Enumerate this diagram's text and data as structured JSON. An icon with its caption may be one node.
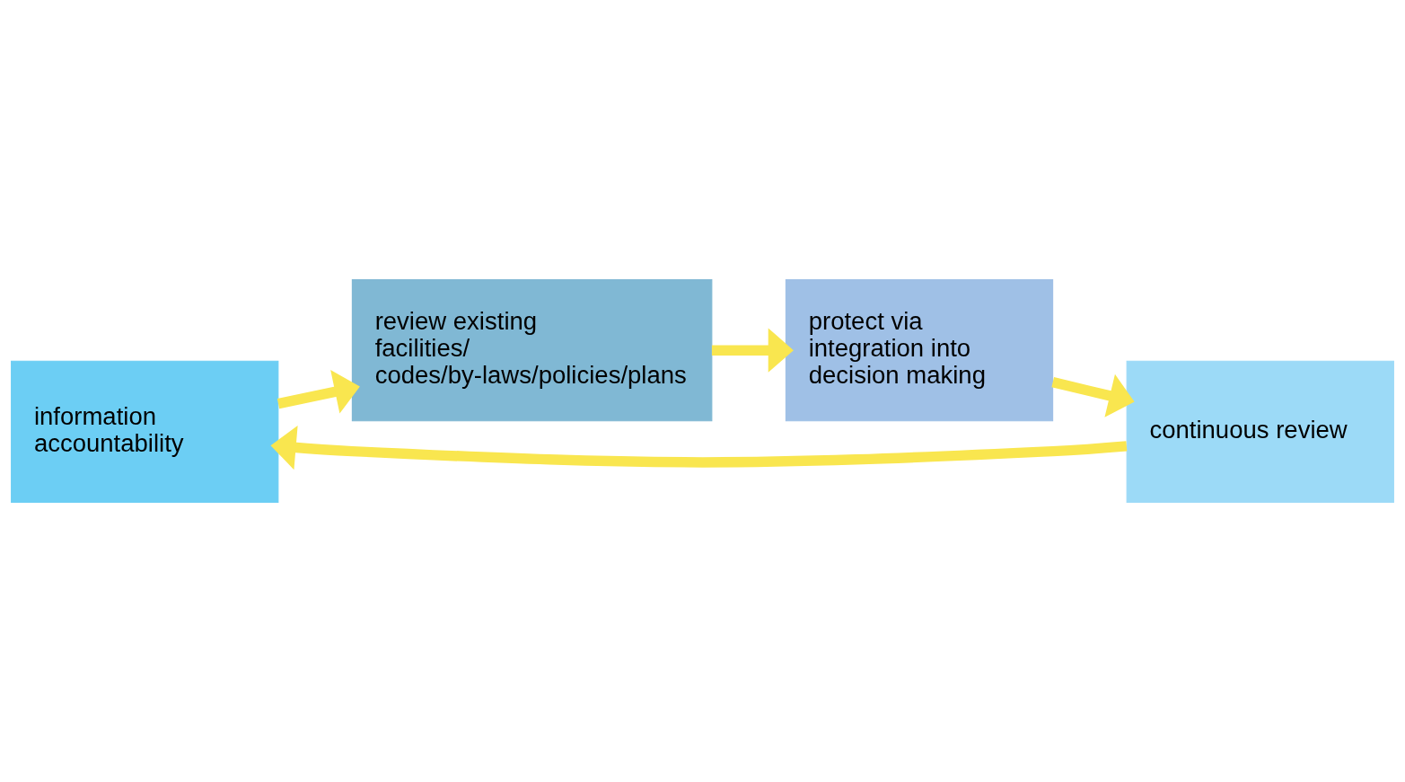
{
  "diagram": {
    "nodes": [
      {
        "text": [
          "information accountability"
        ]
      },
      {
        "text": [
          "review existing facilities/ codes/by-laws/policies/plans"
        ]
      },
      {
        "text": [
          "protect via integration into decision making"
        ]
      },
      {
        "text": [
          "continuous review"
        ]
      }
    ],
    "edges": [
      {
        "from": 0,
        "to": 1,
        "arrow": "to"
      },
      {
        "from": 1,
        "to": 2,
        "arrow": "to"
      },
      {
        "from": 2,
        "to": 3,
        "arrow": "to"
      },
      {
        "from": 3,
        "to": 0,
        "arrow": "to"
      }
    ]
  }
}
